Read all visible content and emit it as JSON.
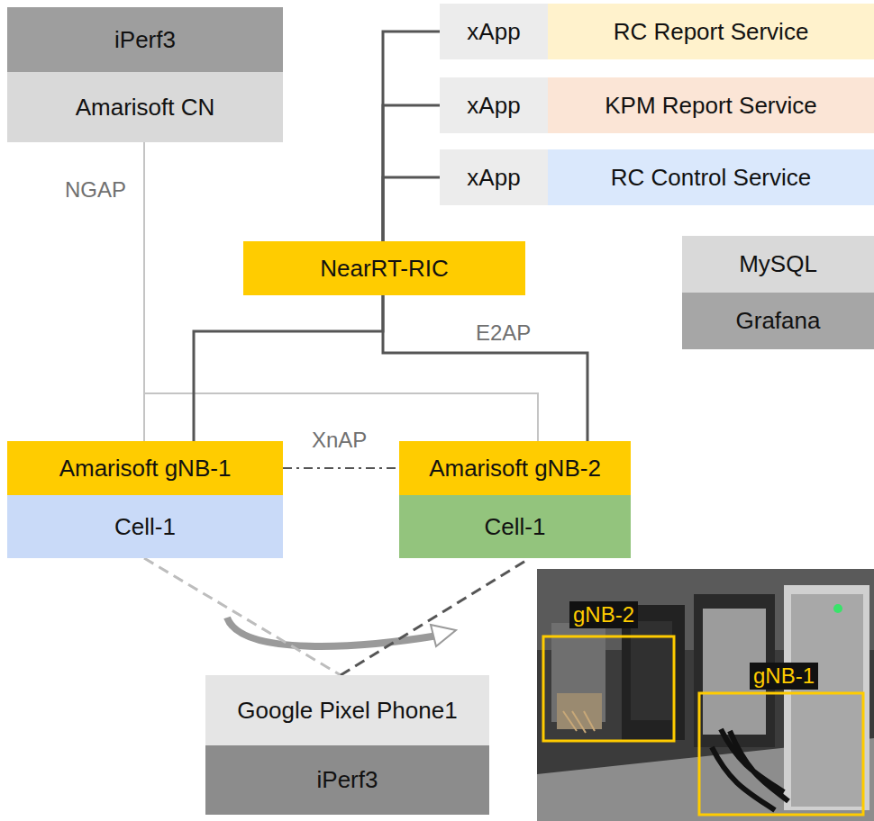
{
  "diagram": {
    "nodes": [
      {
        "text": [
          "iPerf3"
        ]
      },
      {
        "text": [
          "Amarisoft CN"
        ]
      },
      {
        "text": [
          "xApp"
        ]
      },
      {
        "text": [
          "RC Report Service"
        ]
      },
      {
        "text": [
          "xApp"
        ]
      },
      {
        "text": [
          "KPM Report Service"
        ]
      },
      {
        "text": [
          "xApp"
        ]
      },
      {
        "text": [
          "RC Control Service"
        ]
      },
      {
        "text": [
          "NearRT-RIC"
        ]
      },
      {
        "text": [
          "MySQL"
        ]
      },
      {
        "text": [
          "Grafana"
        ]
      },
      {
        "text": [
          "Amarisoft gNB-1"
        ]
      },
      {
        "text": [
          "Cell-1"
        ]
      },
      {
        "text": [
          "Amarisoft gNB-2"
        ]
      },
      {
        "text": [
          "Cell-1"
        ]
      },
      {
        "text": [
          "Google Pixel Phone1"
        ]
      },
      {
        "text": [
          "iPerf3"
        ]
      }
    ],
    "edges": [
      {
        "from": 1,
        "to": 11,
        "arrow": "none",
        "label": "NGAP"
      },
      {
        "from": 1,
        "to": 13,
        "arrow": "none"
      },
      {
        "from": 8,
        "to": 2,
        "arrow": "none"
      },
      {
        "from": 8,
        "to": 4,
        "arrow": "none"
      },
      {
        "from": 8,
        "to": 6,
        "arrow": "none"
      },
      {
        "from": 8,
        "to": 11,
        "arrow": "none"
      },
      {
        "from": 8,
        "to": 13,
        "arrow": "none",
        "label": "E2AP"
      },
      {
        "from": 11,
        "to": 13,
        "arrow": "none",
        "label": "XnAP"
      },
      {
        "from": 12,
        "to": 15,
        "arrow": "none"
      },
      {
        "from": 15,
        "to": 14,
        "arrow": "none"
      }
    ],
    "labels": [
      "gNB-2",
      "gNB-1"
    ]
  }
}
